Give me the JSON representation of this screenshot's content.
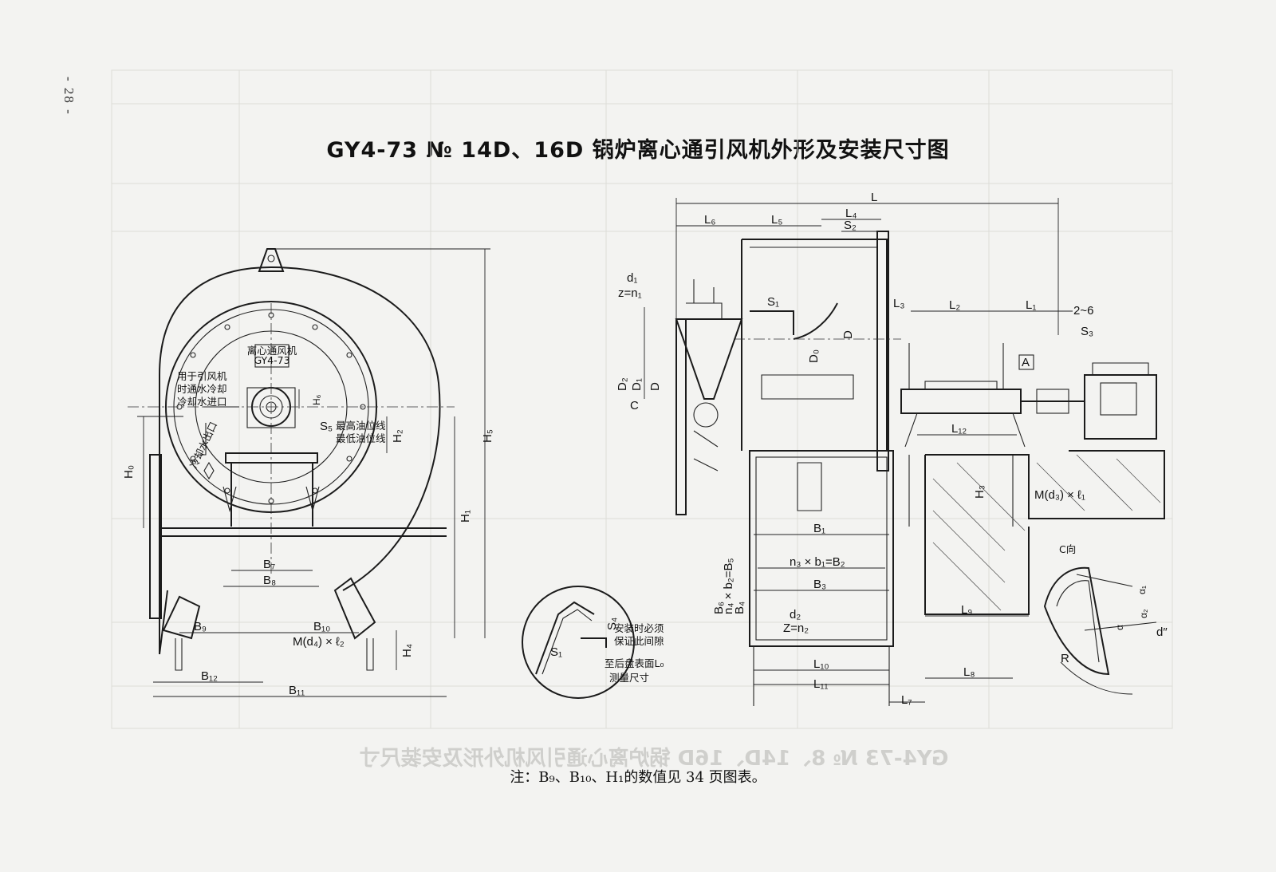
{
  "page_number": "- 28 -",
  "title": "GY4-73 № 14D、16D 锅炉离心通引风机外形及安装尺寸图",
  "note": "注：B₉、B₁₀、H₁的数值见 34 页图表。",
  "ghost_text": "GY4-73 № 8、14D、16D 锅炉离心通引风机外形及安装尺寸",
  "nameplate": {
    "line1": "离心通风机",
    "line2": "GY4-73"
  },
  "annotations": {
    "cooling_in": [
      "用于引风机",
      "时通水冷却",
      "冷却水进口"
    ],
    "cooling_out": "冷却水出口",
    "oil_max": "最高油位线",
    "oil_min": "最低油位线",
    "gap_note": [
      "安装时必须",
      "保证此间隙"
    ],
    "lo_note": [
      "至后盘表面L₀",
      "测量尺寸"
    ],
    "c_view": "C向"
  },
  "labels": {
    "L": "L",
    "L1": "L₁",
    "L2": "L₂",
    "L3": "L₃",
    "L4": "L₄",
    "L5": "L₅",
    "L6": "L₆",
    "L7": "L₇",
    "L8": "L₈",
    "L9": "L₉",
    "L10": "L₁₀",
    "L11": "L₁₁",
    "L12": "L₁₂",
    "S1": "S₁",
    "S2": "S₂",
    "S3": "S₃",
    "S4": "S₄",
    "S5": "S₅",
    "H0": "H₀",
    "H1": "H₁",
    "H2": "H₂",
    "H3": "H₃",
    "H4": "H₄",
    "H5": "H₅",
    "H6": "H₆",
    "B1": "B₁",
    "B3": "B₃",
    "B4": "B₄",
    "B6": "B₆",
    "B7": "B₇",
    "B8": "B₈",
    "B9": "B₉",
    "B10": "B₁₀",
    "B11": "B₁₁",
    "B12": "B₁₂",
    "D": "D",
    "D0": "D₀",
    "D1": "D₁",
    "D2": "D₂",
    "C": "C",
    "A": "A",
    "R": "R",
    "d1": "d₁",
    "z_n1": "z=n₁",
    "d2": "d₂",
    "z_n2": "Z=n₂",
    "d_prime": "d″",
    "n3b1": "n₃ × b₁=B₂",
    "n4b2": "n₄ × b₂=B₅",
    "md3": "M(d₃) × ℓ₁",
    "md4": "M(d₄) × ℓ₂",
    "range": "2~6",
    "a1": "α₁",
    "a2": "α₂",
    "a": "α"
  }
}
